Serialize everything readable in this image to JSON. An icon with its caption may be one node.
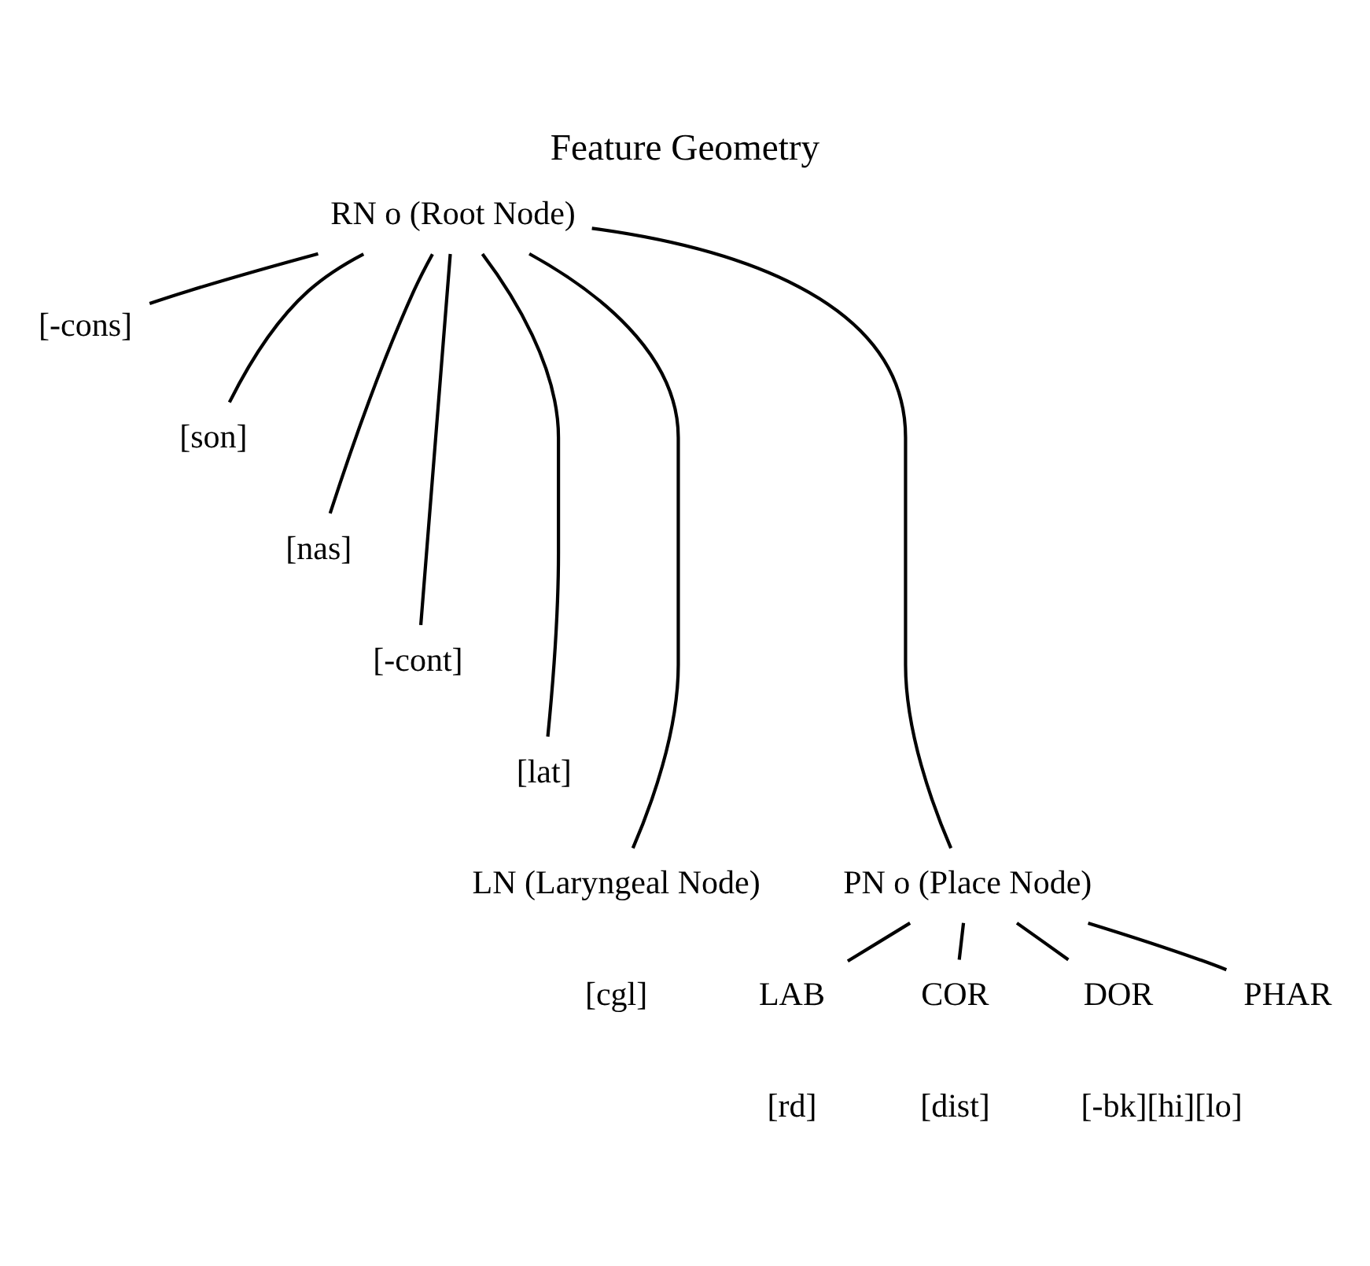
{
  "diagram": {
    "title": "Feature Geometry",
    "nodes": [
      {
        "text": [
          "RN o (Root Node)"
        ]
      },
      {
        "text": [
          "[-cons]"
        ]
      },
      {
        "text": [
          "[son]"
        ]
      },
      {
        "text": [
          "[nas]"
        ]
      },
      {
        "text": [
          "[-cont]"
        ]
      },
      {
        "text": [
          "[lat]"
        ]
      },
      {
        "text": [
          "LN (Laryngeal Node)"
        ],
        "beside": [
          "[cgl]"
        ]
      },
      {
        "text": [
          "PN o (Place Node)"
        ]
      },
      {
        "text": [
          "LAB"
        ],
        "beside": [
          "[rd]"
        ]
      },
      {
        "text": [
          "COR"
        ],
        "beside": [
          "[dist]"
        ]
      },
      {
        "text": [
          "DOR"
        ],
        "beside": [
          "[-bk][hi][lo]"
        ]
      },
      {
        "text": [
          "PHAR"
        ]
      }
    ],
    "edges": [
      {
        "from": 0,
        "to": 1,
        "arrow": "none"
      },
      {
        "from": 0,
        "to": 2,
        "arrow": "none"
      },
      {
        "from": 0,
        "to": 3,
        "arrow": "none"
      },
      {
        "from": 0,
        "to": 4,
        "arrow": "none"
      },
      {
        "from": 0,
        "to": 5,
        "arrow": "none"
      },
      {
        "from": 0,
        "to": 6,
        "arrow": "none"
      },
      {
        "from": 0,
        "to": 7,
        "arrow": "none"
      },
      {
        "from": 7,
        "to": 8,
        "arrow": "none"
      },
      {
        "from": 7,
        "to": 9,
        "arrow": "none"
      },
      {
        "from": 7,
        "to": 10,
        "arrow": "none"
      },
      {
        "from": 7,
        "to": 11,
        "arrow": "none"
      }
    ]
  }
}
